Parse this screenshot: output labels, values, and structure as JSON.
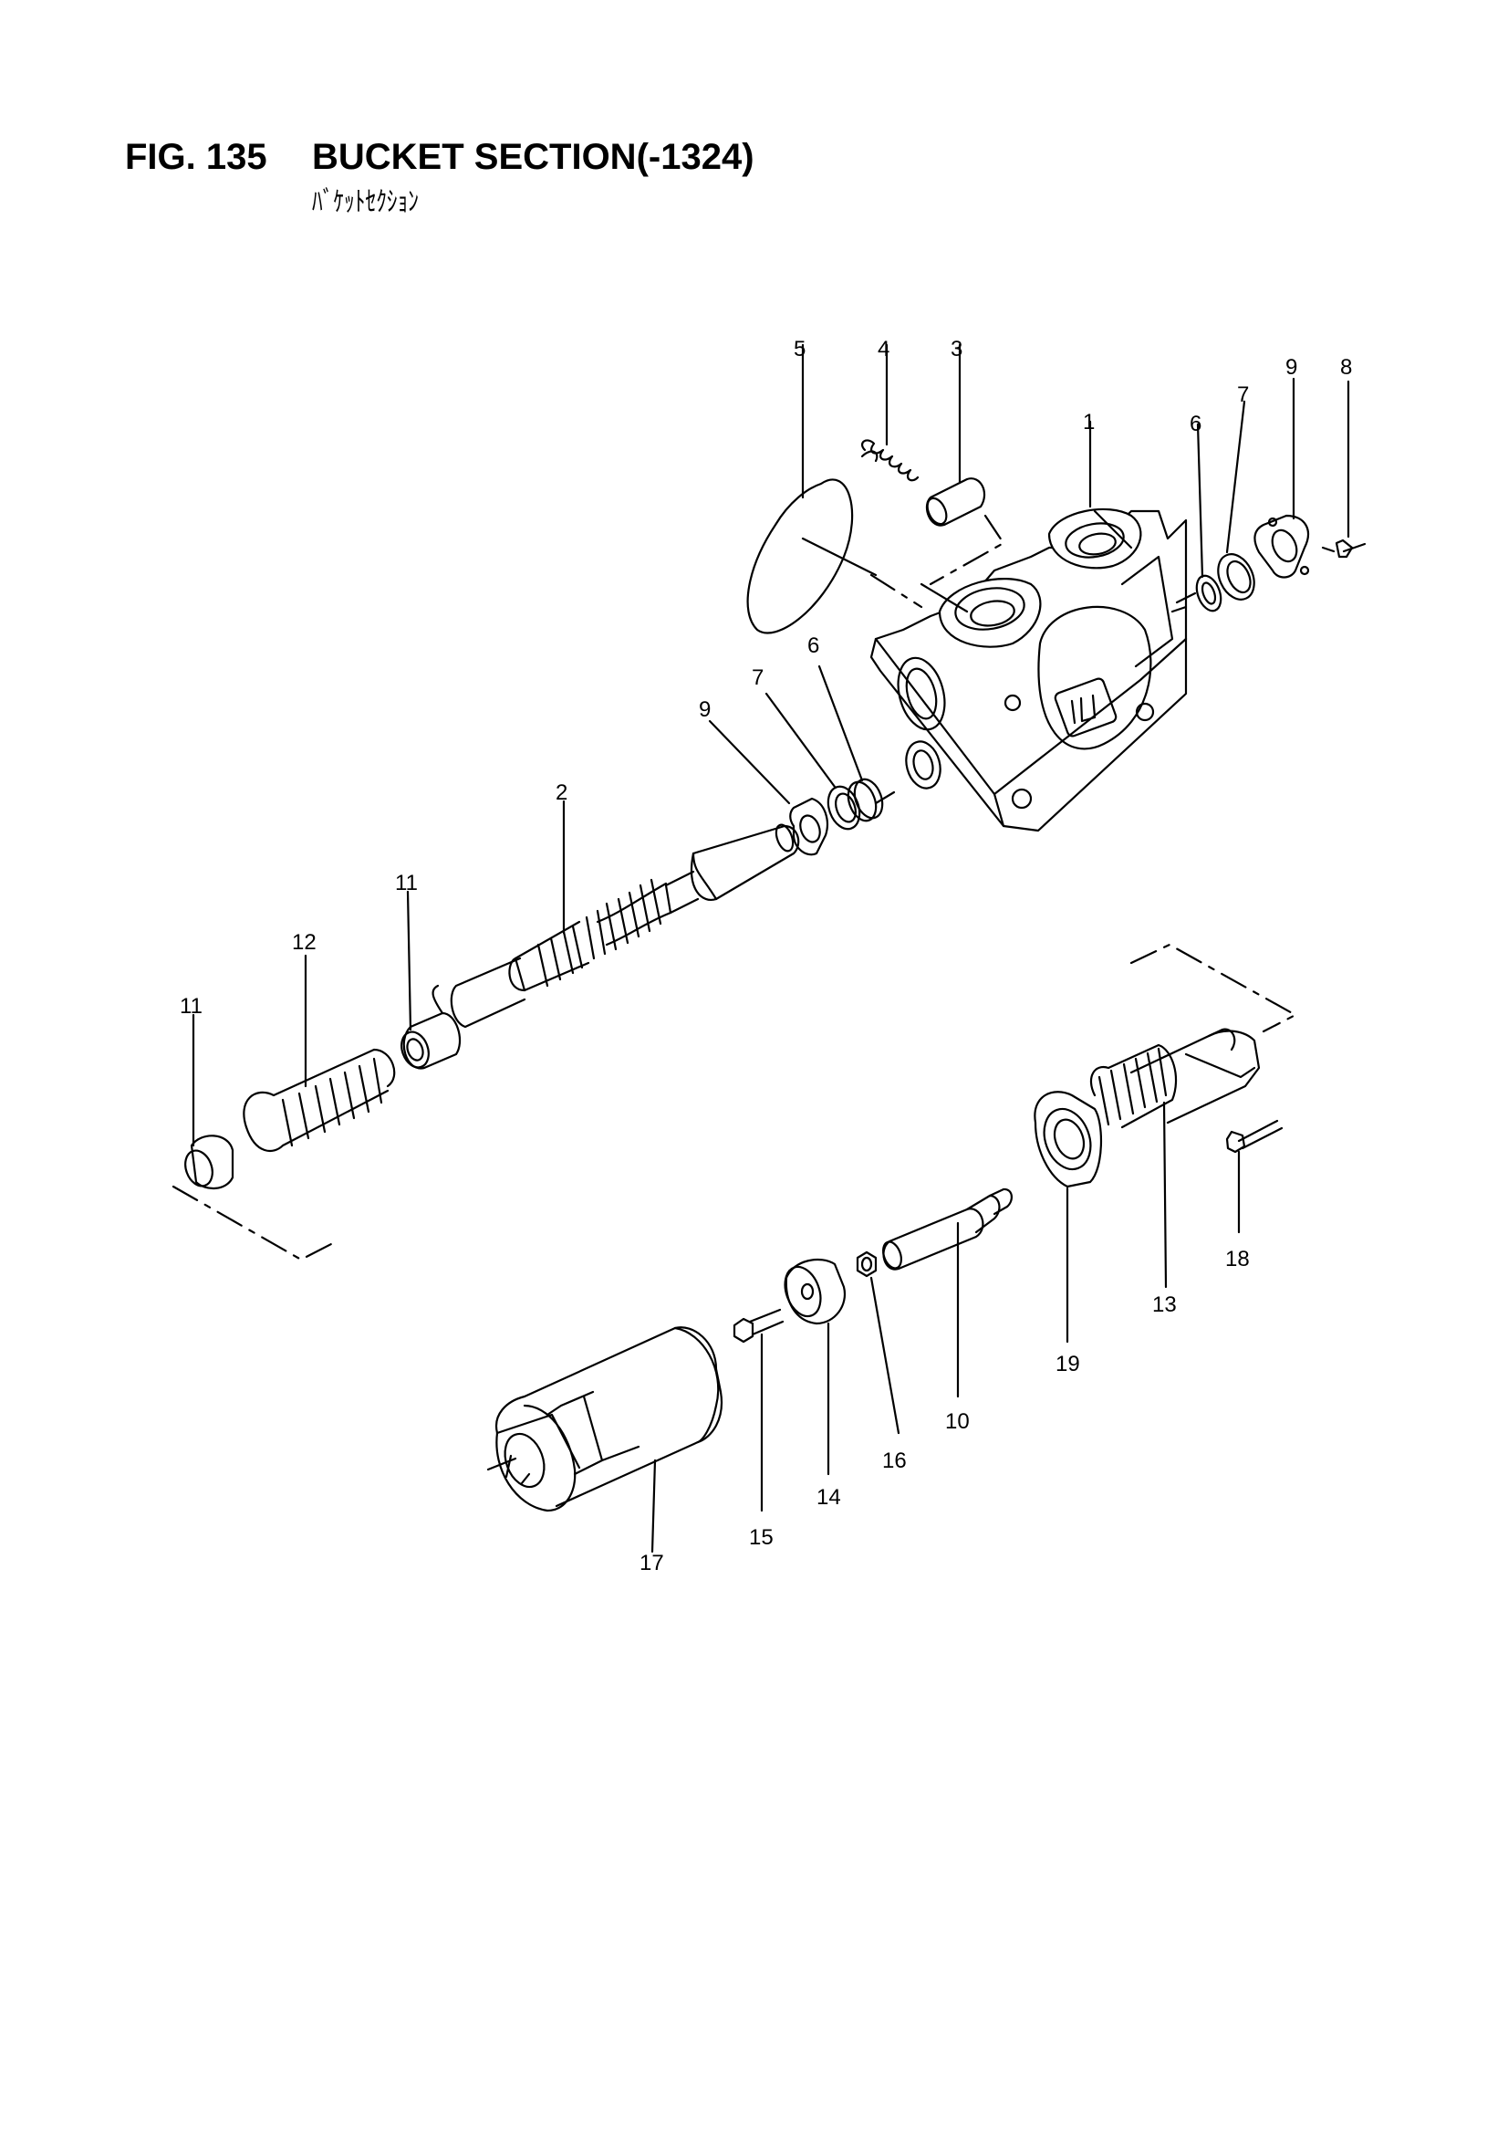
{
  "header": {
    "figure_number": "FIG. 135",
    "section_title": "BUCKET SECTION(-1324)",
    "section_title_jp": "ﾊﾞｹｯﾄｾｸｼｮﾝ"
  },
  "callouts": [
    "5",
    "4",
    "3",
    "1",
    "6",
    "7",
    "9",
    "8",
    "9",
    "7",
    "6",
    "2",
    "11",
    "12",
    "11",
    "13",
    "18",
    "19",
    "10",
    "16",
    "14",
    "15",
    "17"
  ]
}
